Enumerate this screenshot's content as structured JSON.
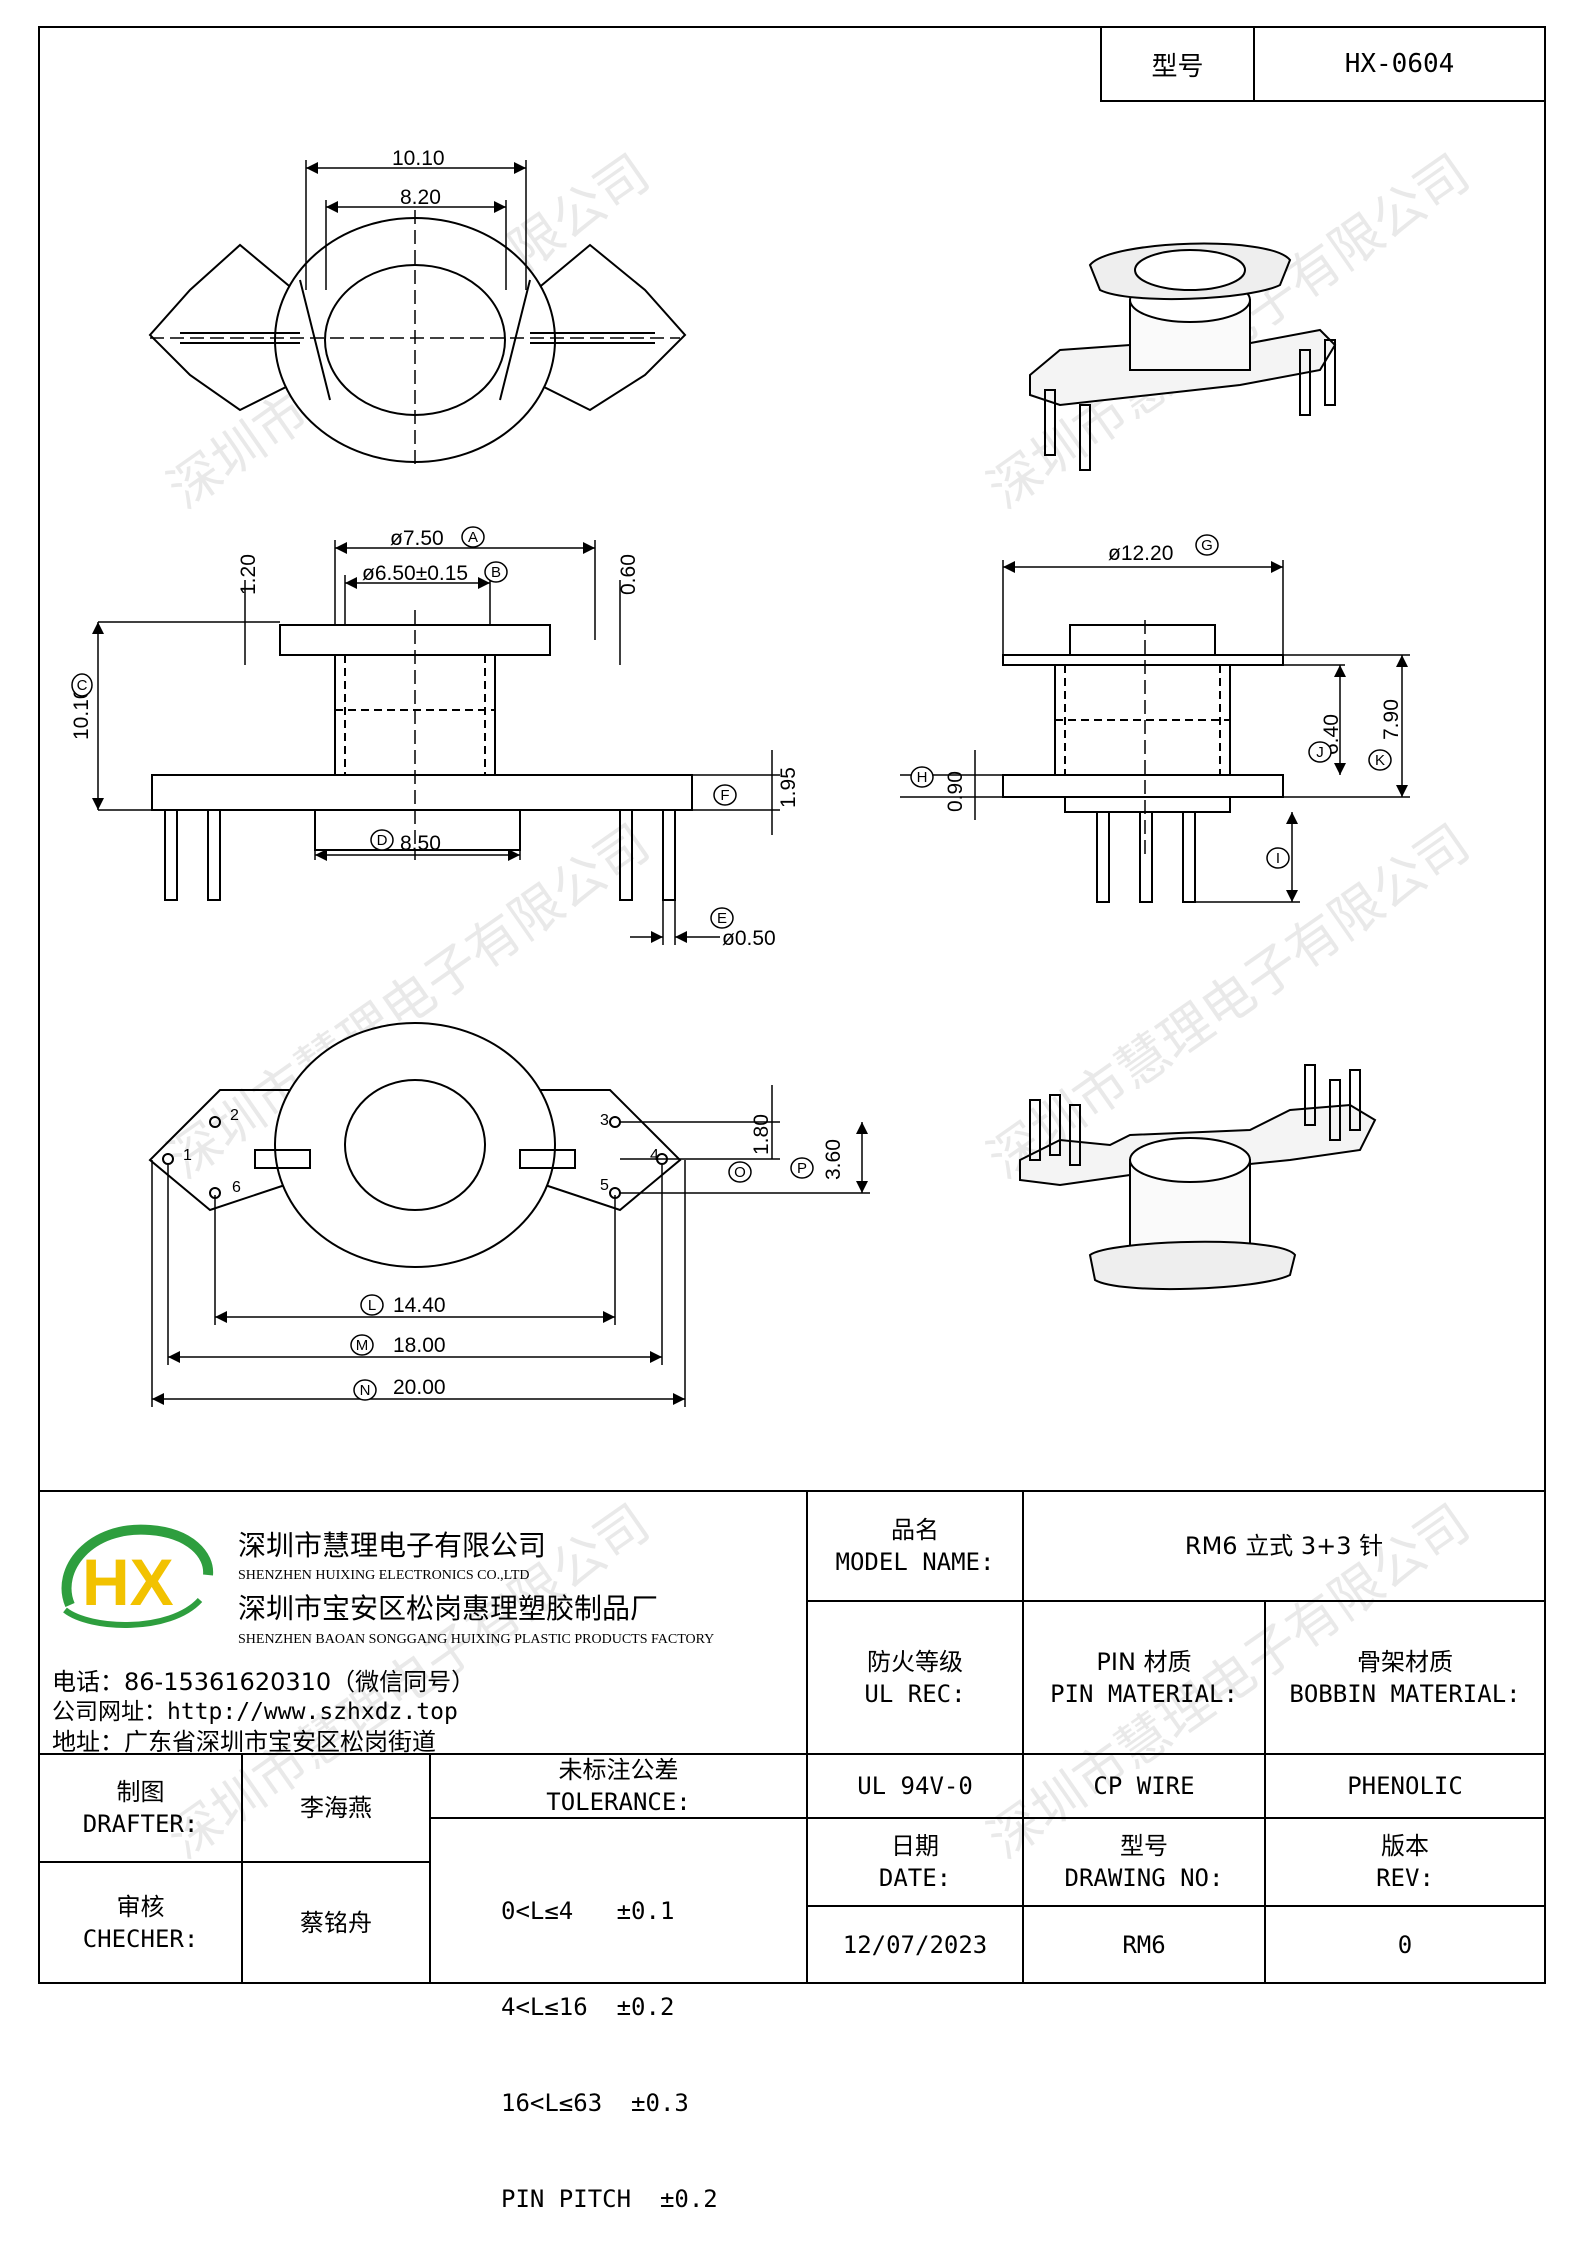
{
  "header": {
    "model_label": "型号",
    "model_value": "HX-0604"
  },
  "watermark": "深圳市慧理电子有限公司",
  "dimensions": {
    "d1010": "10.10",
    "d820": "8.20",
    "d750": "ø7.50",
    "d650": "ø6.50±0.15",
    "d120": "1.20",
    "d060": "0.60",
    "d1010c": "10.10",
    "d850": "8.50",
    "d195": "1.95",
    "d050": "ø0.50",
    "d1220": "ø12.20",
    "d640": "6.40",
    "d790": "7.90",
    "d090": "0.90",
    "d180": "1.80",
    "d360": "3.60",
    "d1440": "14.40",
    "d1800": "18.00",
    "d2000": "20.00"
  },
  "circle_labels": {
    "A": "A",
    "B": "B",
    "C": "C",
    "D": "D",
    "E": "E",
    "F": "F",
    "G": "G",
    "H": "H",
    "I": "I",
    "J": "J",
    "K": "K",
    "L": "L",
    "M": "M",
    "N": "N",
    "O": "O",
    "P": "P"
  },
  "pin_numbers": [
    "1",
    "2",
    "3",
    "4",
    "5",
    "6"
  ],
  "company": {
    "name_cn": "深圳市慧理电子有限公司",
    "name_en": "SHENZHEN HUIXING ELECTRONICS CO.,LTD",
    "factory_cn": "深圳市宝安区松岗惠理塑胶制品厂",
    "factory_en": "SHENZHEN BAOAN SONGGANG HUIXING PLASTIC PRODUCTS FACTORY",
    "phone": "电话：86-15361620310（微信同号）",
    "website": "公司网址：http://www.szhxdz.top",
    "address": "地址：广东省深圳市宝安区松岗街道",
    "logo_text": "HX"
  },
  "colors": {
    "logo_green": "#2e9e3e",
    "logo_yellow": "#f2c200"
  },
  "table": {
    "model_name_label_cn": "品名",
    "model_name_label_en": "MODEL NAME:",
    "model_name_value": "RM6 立式 3+3 针",
    "ul_label_cn": "防火等级",
    "ul_label_en": "UL REC:",
    "pin_mat_label_cn": "PIN 材质",
    "pin_mat_label_en": "PIN MATERIAL:",
    "bobbin_mat_label_cn": "骨架材质",
    "bobbin_mat_label_en": "BOBBIN MATERIAL:",
    "ul_value": "UL 94V-0",
    "pin_mat_value": "CP WIRE",
    "bobbin_mat_value": "PHENOLIC",
    "drafter_cn": "制图",
    "drafter_en": "DRAFTER:",
    "drafter_name": "李海燕",
    "checker_cn": "审核",
    "checker_en": "CHECHER:",
    "checker_name": "蔡铭舟",
    "tol_cn": "未标注公差",
    "tol_en": "TOLERANCE:",
    "tol_lines": [
      "0<L≤4   ±0.1",
      "4<L≤16  ±0.2",
      "16<L≤63  ±0.3",
      "PIN PITCH  ±0.2"
    ],
    "date_cn": "日期",
    "date_en": "DATE:",
    "date_value": "12/07/2023",
    "drawing_cn": "型号",
    "drawing_en": "DRAWING NO:",
    "drawing_value": "RM6",
    "rev_cn": "版本",
    "rev_en": "REV:",
    "rev_value": "0"
  }
}
